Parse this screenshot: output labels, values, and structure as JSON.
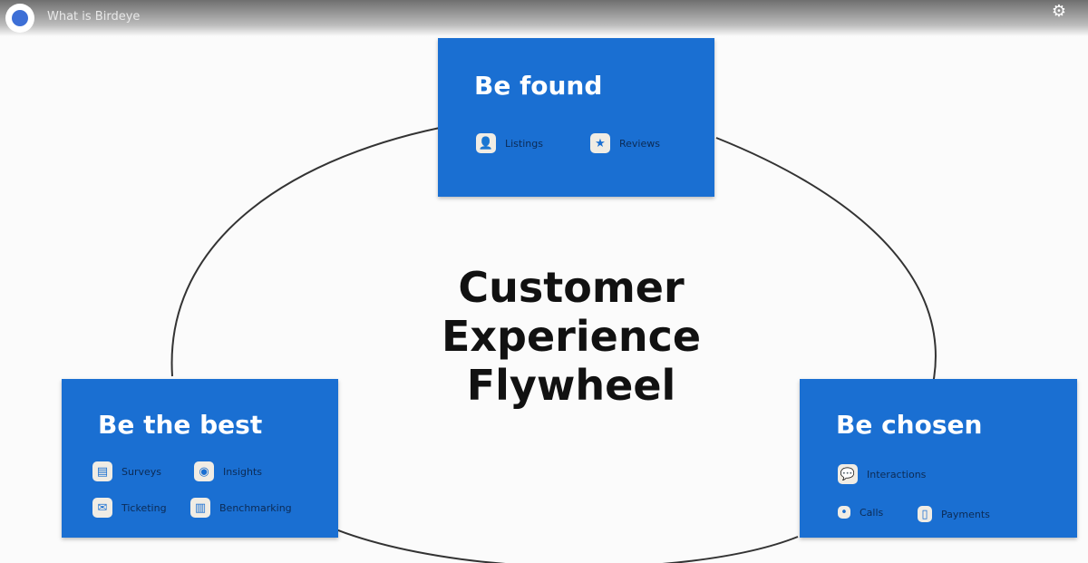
{
  "video": {
    "title": "What is Birdeye"
  },
  "diagram": {
    "title_lines": [
      "Customer",
      "Experience",
      "Flywheel"
    ],
    "nodes": [
      {
        "title": "Be found",
        "items": [
          {
            "icon": "listing-icon",
            "label": "Listings"
          },
          {
            "icon": "star-icon",
            "label": "Reviews"
          }
        ]
      },
      {
        "title": "Be chosen",
        "items": [
          {
            "icon": "chat-icon",
            "label": "Interactions"
          },
          {
            "icon": "phone-icon",
            "label": "Calls"
          },
          {
            "icon": "card-icon",
            "label": "Payments"
          }
        ]
      },
      {
        "title": "Be the best",
        "items": [
          {
            "icon": "survey-icon",
            "label": "Surveys"
          },
          {
            "icon": "insight-icon",
            "label": "Insights"
          },
          {
            "icon": "ticket-icon",
            "label": "Ticketing"
          },
          {
            "icon": "benchmark-icon",
            "label": "Benchmarking"
          }
        ]
      }
    ],
    "colors": {
      "box": "#1a6fd2",
      "arrow": "#333333"
    }
  }
}
